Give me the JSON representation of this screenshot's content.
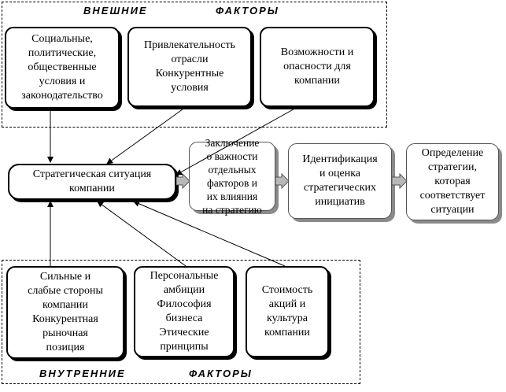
{
  "external": {
    "title_left": "ВНЕШНИЕ",
    "title_right": "ФАКТОРЫ",
    "boxes": [
      "Социальные,\nполитические,\nобщественные\nусловия   и\nзаконодательство",
      "Привлекательность\nотрасли\nКонкурентные\nусловия",
      "Возможности и\nопасности для\nкомпании"
    ]
  },
  "internal": {
    "title_left": "ВНУТРЕННИЕ",
    "title_right": "ФАКТОРЫ",
    "boxes": [
      "Сильные и\nслабые стороны\nкомпании\nКонкурентная\nрыночная\nпозиция",
      "Персональные\nамбиции\nФилософия\nбизнеса\nЭтические\nпринципы",
      "Стоимость\nакций и\nкультура\nкомпании"
    ]
  },
  "center": "Стратегическая ситуация\nкомпании",
  "flow": [
    "Заключение\nо важности\nотдельных\nфакторов и\nих влияния\nна стратегию",
    "Идентификация\nи оценка\nстратегических\nинициатив",
    "Определение\nстратегии,\nкоторая\nсоответствует\nситуации"
  ]
}
